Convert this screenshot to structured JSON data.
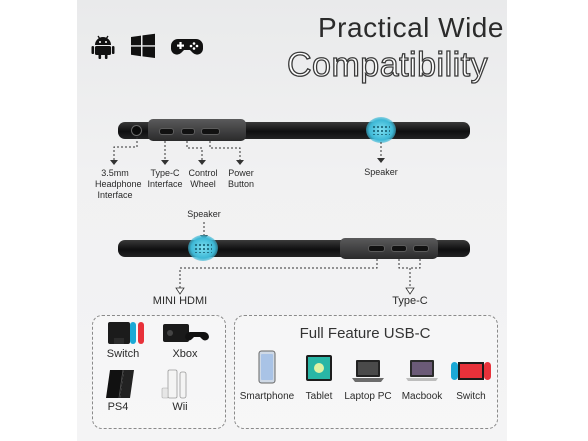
{
  "header": {
    "title_line1": "Practical Wide",
    "title_line2": "Compatibility"
  },
  "os_icons": [
    "android-icon",
    "windows-icon",
    "gamepad-icon"
  ],
  "top_view": {
    "labels": {
      "headphone": "3.5mm\nHeadphone\nInterface",
      "typec": "Type-C\nInterface",
      "control": "Control\nWheel",
      "power": "Power\nButton",
      "speaker": "Speaker"
    }
  },
  "bottom_view": {
    "labels": {
      "speaker": "Speaker",
      "mini_hdmi": "MINI HDMI",
      "typec": "Type-C"
    }
  },
  "consoles_box": {
    "items": [
      "Switch",
      "Xbox",
      "PS4",
      "Wii"
    ]
  },
  "usbc_box": {
    "title": "Full Feature USB-C",
    "items": [
      "Smartphone",
      "Tablet",
      "Laptop PC",
      "Macbook",
      "Switch"
    ]
  },
  "colors": {
    "accent": "#3db8d6",
    "switch_red": "#e8313a",
    "switch_blue": "#1aa9d6",
    "frame": "#111111"
  }
}
